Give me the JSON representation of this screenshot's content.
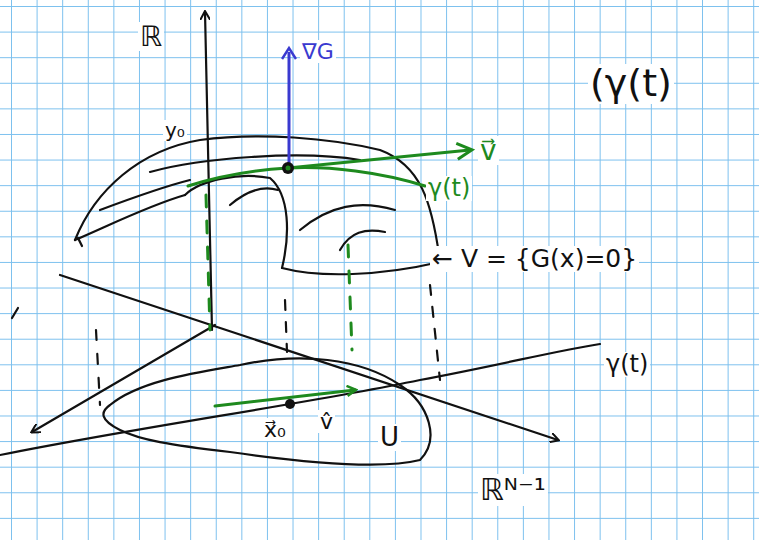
{
  "diagram": {
    "labels": [
      "ℝ",
      "∇G",
      "y₀",
      "v⃗",
      "γ(t)",
      "← V = {G(x)=0}",
      "γ(t)",
      "x⃗₀",
      "v̂",
      "U",
      "ℝᴺ⁻¹",
      "(γ(t)"
    ]
  }
}
